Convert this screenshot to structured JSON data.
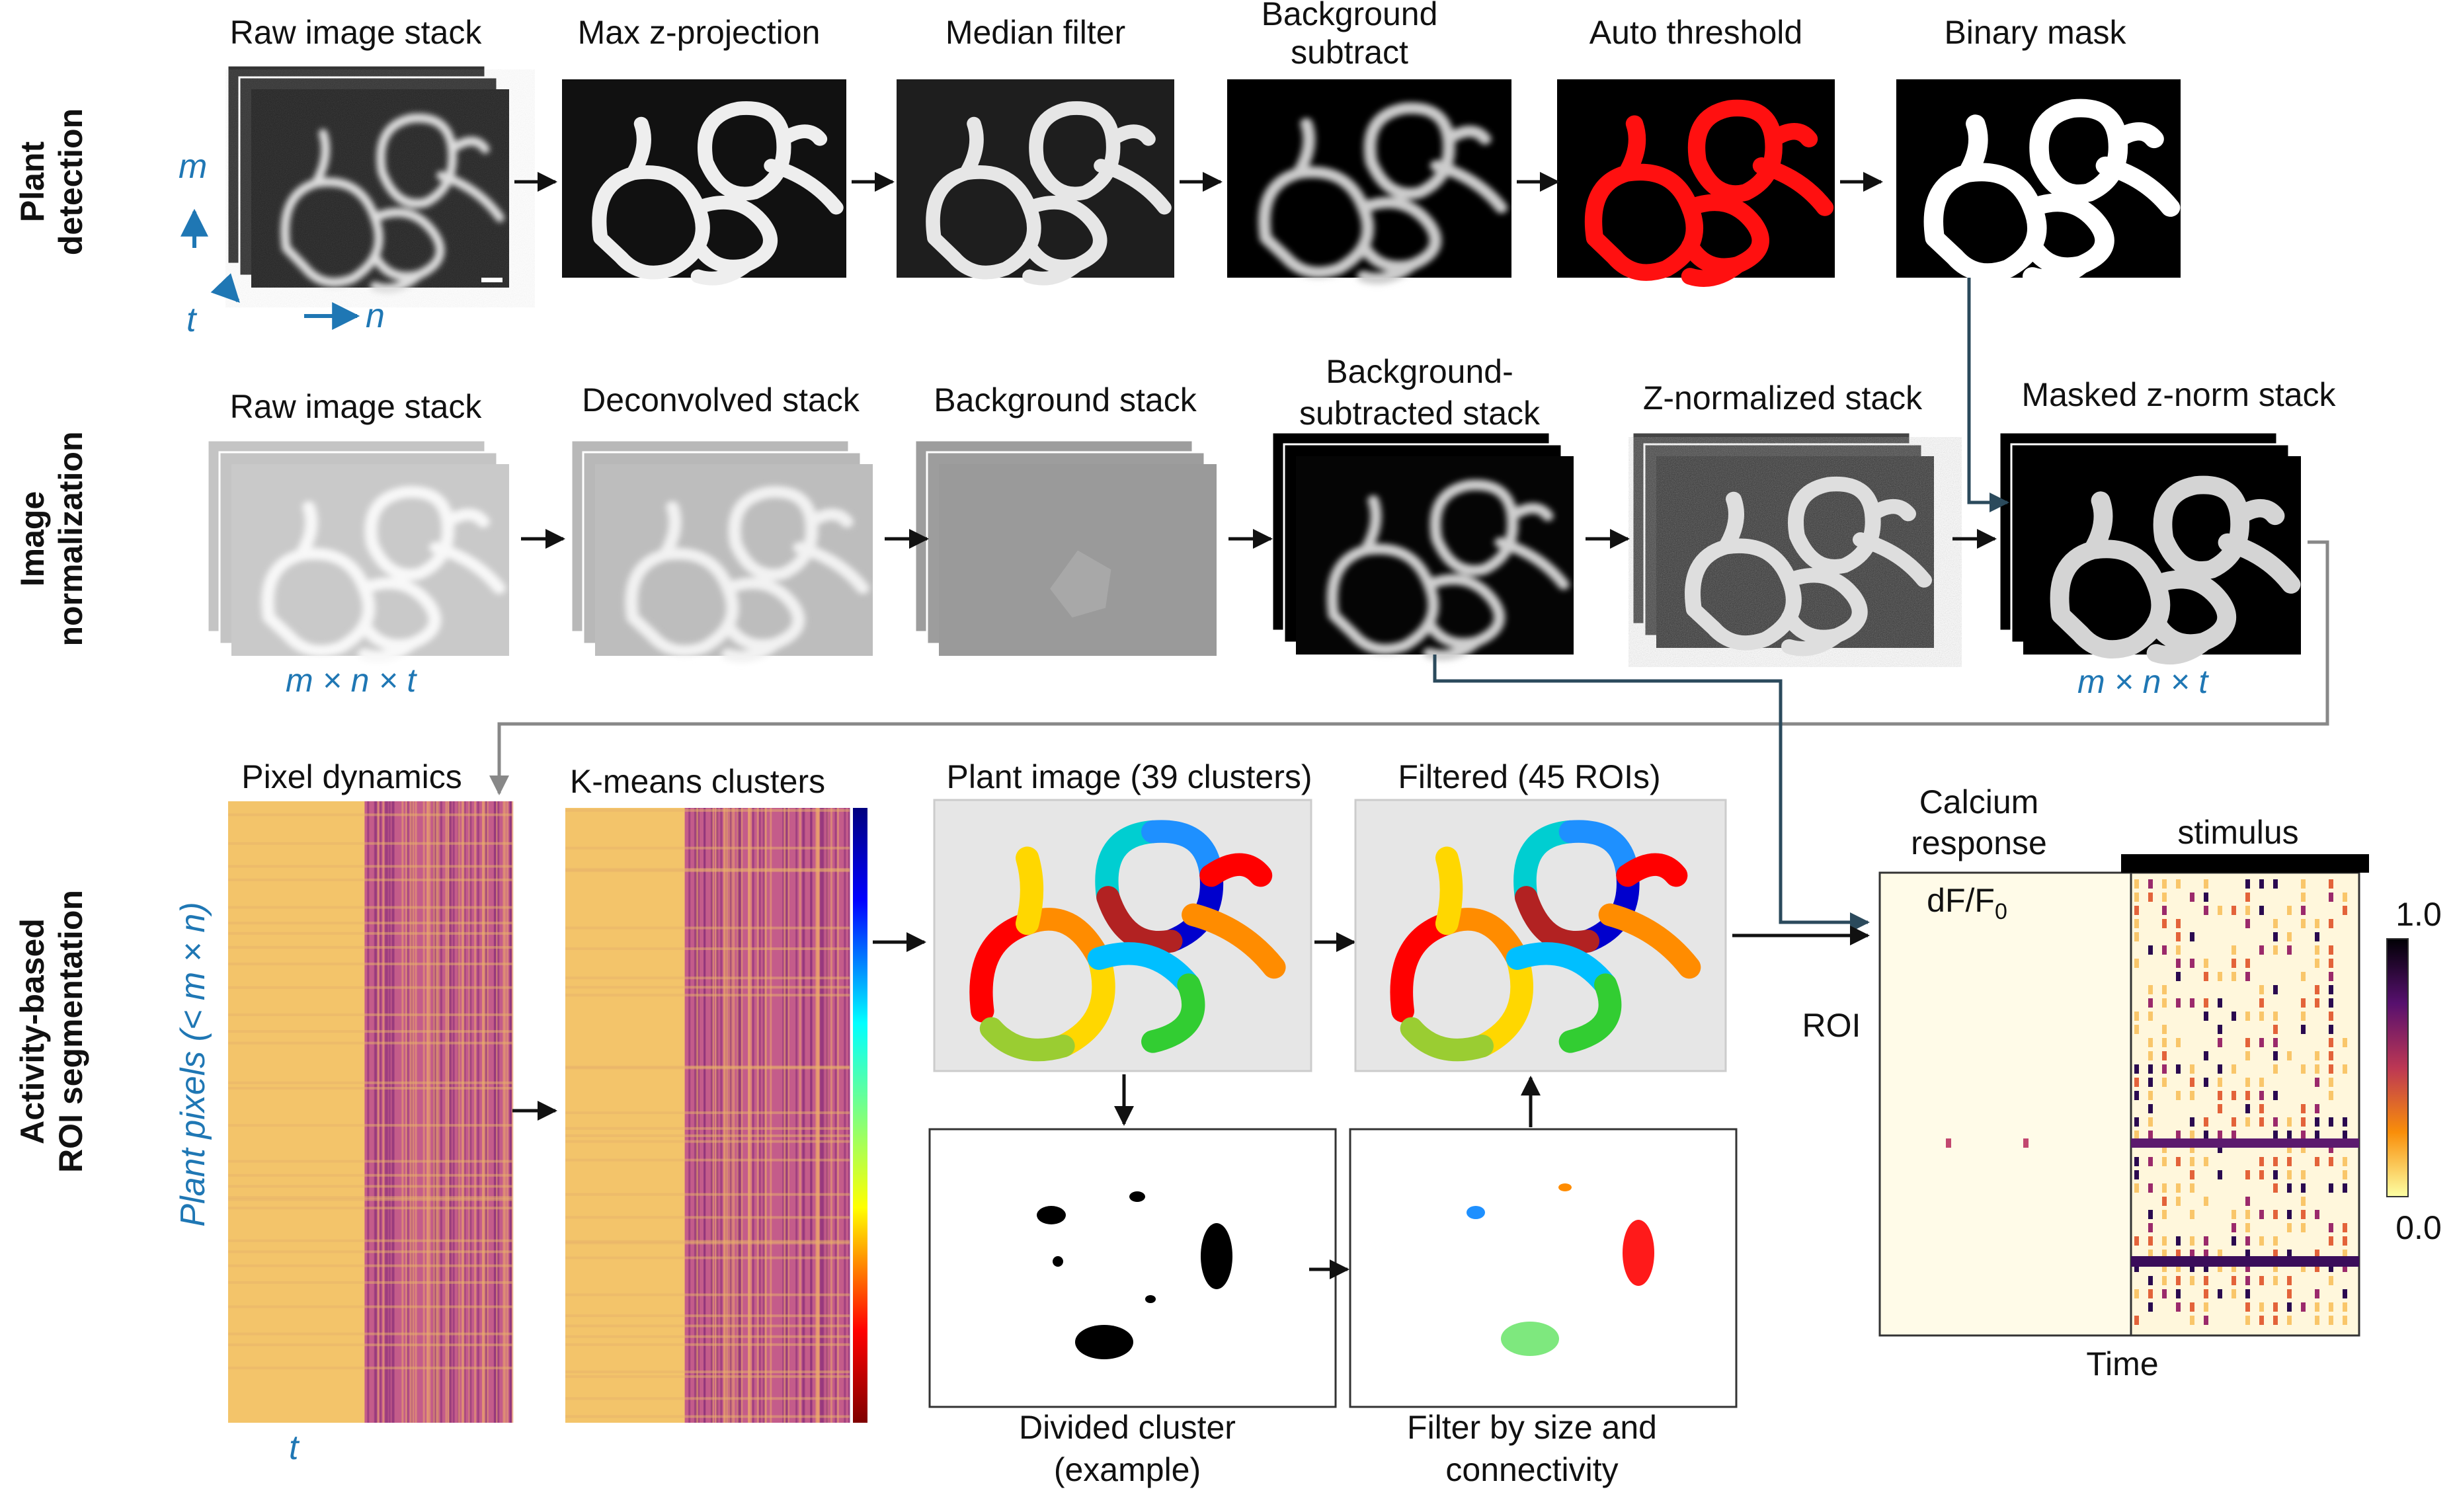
{
  "rows": {
    "plant_detection": "Plant\ndetection",
    "image_normalization": "Image\nnormalization",
    "roi_segmentation": "Activity-based\nROI segmentation"
  },
  "row1": {
    "raw_stack": "Raw image stack",
    "max_projection": "Max z-projection",
    "median_filter": "Median filter",
    "background_subtract_1": "Background",
    "background_subtract_2": "subtract",
    "auto_threshold": "Auto threshold",
    "binary_mask": "Binary mask",
    "axis_m": "m",
    "axis_t": "t",
    "axis_n": "n"
  },
  "row2": {
    "raw_stack": "Raw image stack",
    "deconvolved": "Deconvolved stack",
    "background_stack": "Background stack",
    "bg_subtracted_1": "Background-",
    "bg_subtracted_2": "subtracted stack",
    "z_normalized": "Z-normalized stack",
    "masked_znorm": "Masked z-norm stack",
    "dims_left": "m × n × t",
    "dims_right": "m × n × t"
  },
  "row3": {
    "pixel_dynamics": "Pixel dynamics",
    "kmeans": "K-means clusters",
    "plant_image": "Plant image (39 clusters)",
    "filtered": "Filtered (45 ROIs)",
    "divided_1": "Divided cluster",
    "divided_2": "(example)",
    "filter_by_1": "Filter by size and",
    "filter_by_2": "connectivity",
    "y_axis": "Plant pixels (< m × n)",
    "x_axis": "t"
  },
  "calcium": {
    "title_1": "Calcium",
    "title_2": "response",
    "dff": "dF/F",
    "dff_sub": "0",
    "stimulus": "stimulus",
    "roi": "ROI",
    "time": "Time",
    "cbar_max": "1.0",
    "cbar_min": "0.0"
  },
  "colors": {
    "accent_blue": "#1f77b4",
    "threshold_red": "#ff1010",
    "connector": "#2b4a5c"
  }
}
